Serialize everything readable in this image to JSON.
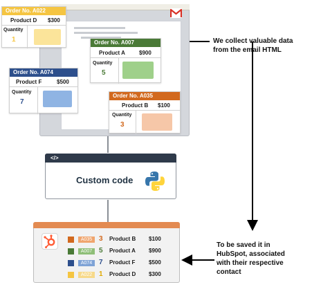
{
  "email": {
    "icon": "gmail-icon"
  },
  "orders": [
    {
      "id": "Order No. A022",
      "product": "Product D",
      "price": "$300",
      "quantity_label": "Quantity",
      "quantity": "1",
      "color": "#f5c542",
      "qty_color": "#f5c542",
      "box_color": "#fbe49a"
    },
    {
      "id": "Order No. A007",
      "product": "Product A",
      "price": "$900",
      "quantity_label": "Quantity",
      "quantity": "5",
      "color": "#4a7a37",
      "qty_color": "#4a7a37",
      "box_color": "#9fd08a"
    },
    {
      "id": "Order No. A074",
      "product": "Product F",
      "price": "$500",
      "quantity_label": "Quantity",
      "quantity": "7",
      "color": "#2d4f8c",
      "qty_color": "#2d4f8c",
      "box_color": "#8fb4e3"
    },
    {
      "id": "Order No. A035",
      "product": "Product B",
      "price": "$100",
      "quantity_label": "Quantity",
      "quantity": "3",
      "color": "#d2691e",
      "qty_color": "#d2691e",
      "box_color": "#f6c7a8"
    }
  ],
  "code": {
    "header": "</>",
    "label": "Custom code",
    "icon": "python-icon"
  },
  "hubspot": {
    "icon": "hubspot-icon",
    "rows": [
      {
        "id": "A035",
        "quantity": "3",
        "product": "Product B",
        "price": "$100",
        "color": "#d2691e",
        "tag_color": "#f0a56e"
      },
      {
        "id": "A007",
        "quantity": "5",
        "product": "Product A",
        "price": "$900",
        "color": "#4a7a37",
        "tag_color": "#8fbf78"
      },
      {
        "id": "A074",
        "quantity": "7",
        "product": "Product F",
        "price": "$500",
        "color": "#2d4f8c",
        "tag_color": "#7fa3d6"
      },
      {
        "id": "A022",
        "quantity": "1",
        "product": "Product D",
        "price": "$300",
        "color": "#f5c542",
        "tag_color": "#f7d98a"
      }
    ]
  },
  "annotations": {
    "top": [
      "We collect valuable data",
      "from the email HTML"
    ],
    "bottom": [
      "To be saved it in",
      "HubSpot, associated",
      "with their respective",
      "contact"
    ]
  }
}
